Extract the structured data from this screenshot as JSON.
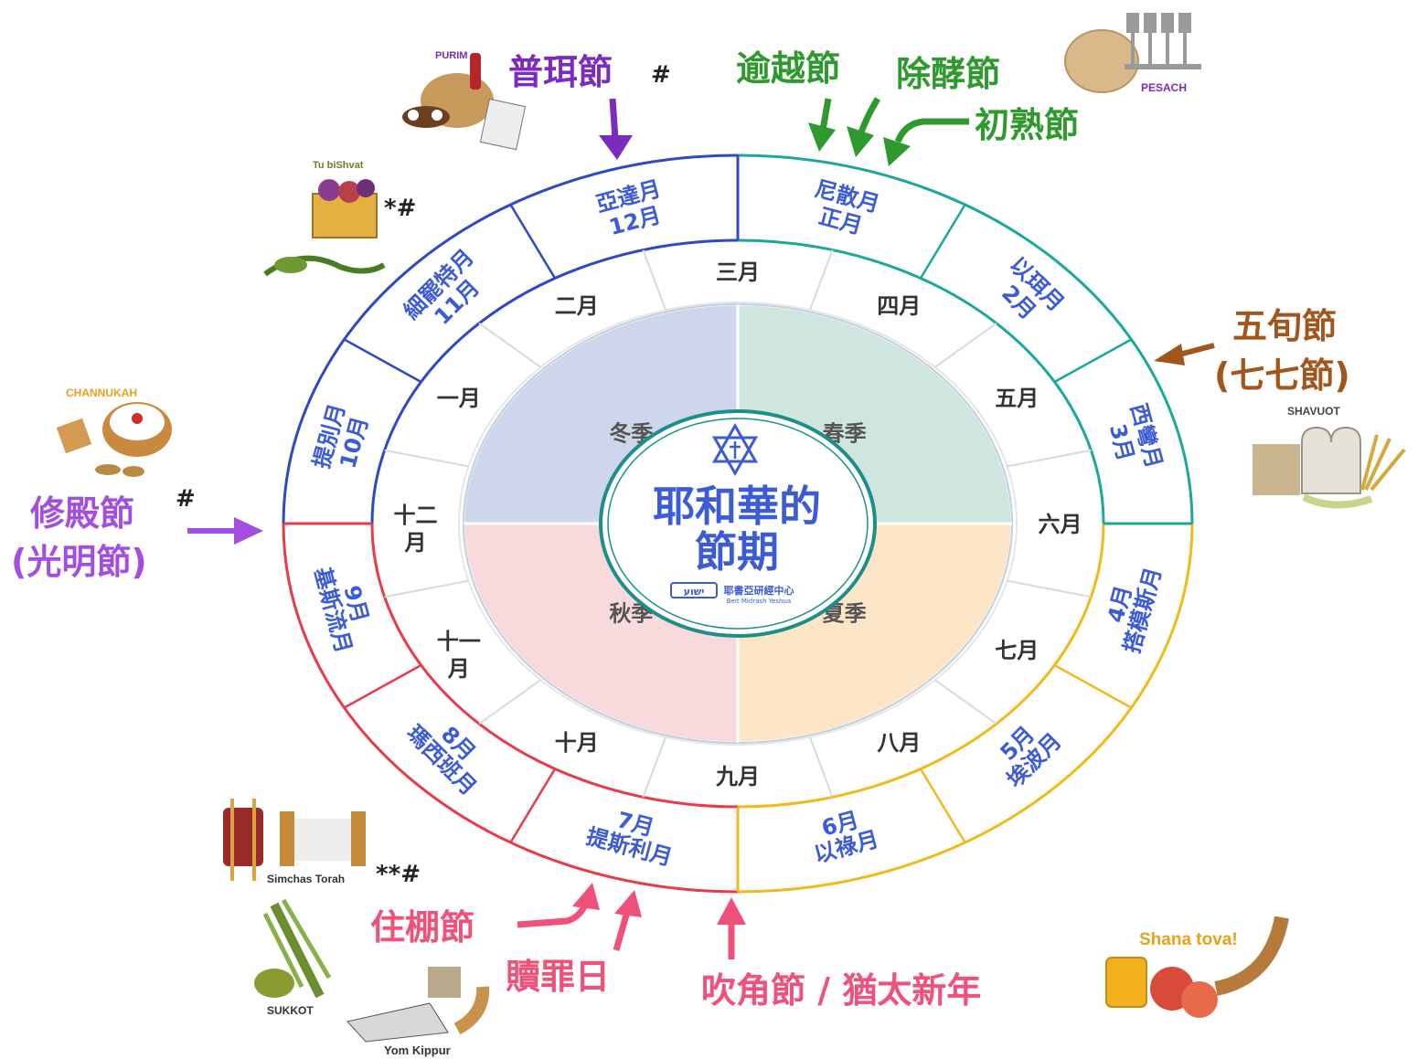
{
  "center": {
    "title_line1": "耶和華的",
    "title_line2": "節期",
    "logo_hebrew": "ישוע",
    "logo_chinese": "耶書亞研經中心",
    "logo_english": "Beit Midrash Yeshua"
  },
  "seasons": [
    {
      "label": "春季",
      "color": "#cfe6df"
    },
    {
      "label": "夏季",
      "color": "#fde6c8"
    },
    {
      "label": "秋季",
      "color": "#f8d9dc"
    },
    {
      "label": "冬季",
      "color": "#cdd6ea"
    }
  ],
  "months": [
    "三月",
    "四月",
    "五月",
    "六月",
    "七月",
    "八月",
    "九月",
    "十月",
    "十一月",
    "十二月",
    "一月",
    "二月"
  ],
  "hebrew_months": [
    {
      "name": "尼散月",
      "num": "正月"
    },
    {
      "name": "以珥月",
      "num": "2月"
    },
    {
      "name": "西彎月",
      "num": "3月"
    },
    {
      "name": "搭模斯月",
      "num": "4月"
    },
    {
      "name": "埃波月",
      "num": "5月"
    },
    {
      "name": "以祿月",
      "num": "6月"
    },
    {
      "name": "提斯利月",
      "num": "7月"
    },
    {
      "name": "瑪西班月",
      "num": "8月"
    },
    {
      "name": "基斯流月",
      "num": "9月"
    },
    {
      "name": "提別月",
      "num": "10月"
    },
    {
      "name": "細罷特月",
      "num": "11月"
    },
    {
      "name": "亞達月",
      "num": "12月"
    }
  ],
  "festivals": {
    "purim": "普珥節",
    "purim_mark": "#",
    "passover": "逾越節",
    "unleavened": "除酵節",
    "firstfruits": "初熟節",
    "pentecost": "五旬節",
    "weeks": "(七七節)",
    "hanukkah": "修殿節",
    "hanukkah_mark": "#",
    "lights": "(光明節)",
    "tabernacles": "住棚節",
    "atonement": "贖罪日",
    "trumpets": "吹角節 / 猶太新年",
    "tubishvat_mark": "*#",
    "simchas_mark": "**#"
  },
  "captions": {
    "purim": "PURIM",
    "pesach": "PESACH",
    "tubishvat": "Tu biShvat",
    "channukah": "CHANNUKAH",
    "shavuot": "SHAVUOT",
    "simchas": "Simchas Torah",
    "sukkot": "SUKKOT",
    "yomkippur": "Yom Kippur",
    "shana": "Shana tova!"
  },
  "colors": {
    "spring": "#1aa89a",
    "summer": "#f0b91c",
    "autumn": "#e83a4a",
    "winter": "#2f48c8",
    "text_blue": "#3c5bd6",
    "green": "#2e9a2e",
    "purple": "#7a2bc0",
    "violet": "#a34ee0",
    "pink": "#f0507a",
    "brown": "#a3561c"
  }
}
